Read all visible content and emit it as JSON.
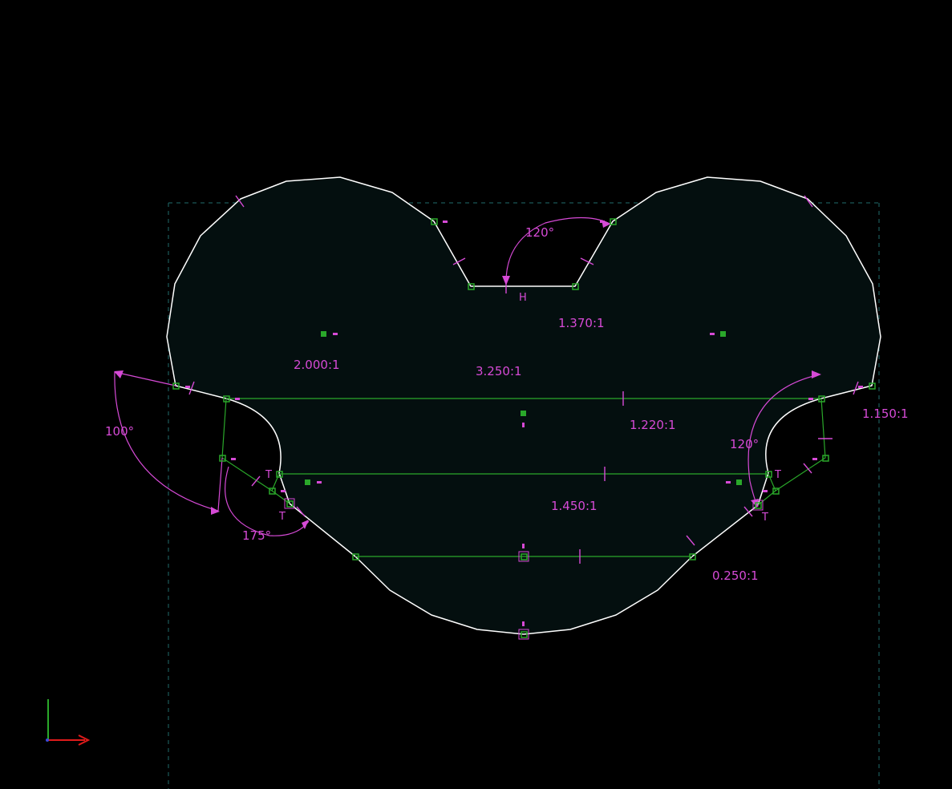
{
  "colors": {
    "background": "#000000",
    "fill": "#040f0f",
    "outline": "#ffffff",
    "construction": "#2aa82a",
    "constraint": "#d64ad6",
    "boundary": "#1f6b6b",
    "axis_x": "#e01b1b",
    "axis_y": "#2aa82a"
  },
  "labels": {
    "angle_top": "120°",
    "angle_left": "100°",
    "angle_left_bottom": "175°",
    "angle_right": "120°",
    "horizontal_marker": "H",
    "tangent_marker": "T"
  },
  "ratios": {
    "r_2000": "2.000:1",
    "r_3250": "3.250:1",
    "r_1370": "1.370:1",
    "r_1220": "1.220:1",
    "r_1150": "1.150:1",
    "r_1450": "1.450:1",
    "r_0250": "0.250:1"
  },
  "icons": {
    "axis": "xy-axis-icon",
    "point": "sketch-point-icon",
    "constraint": "constraint-glyph-icon"
  }
}
